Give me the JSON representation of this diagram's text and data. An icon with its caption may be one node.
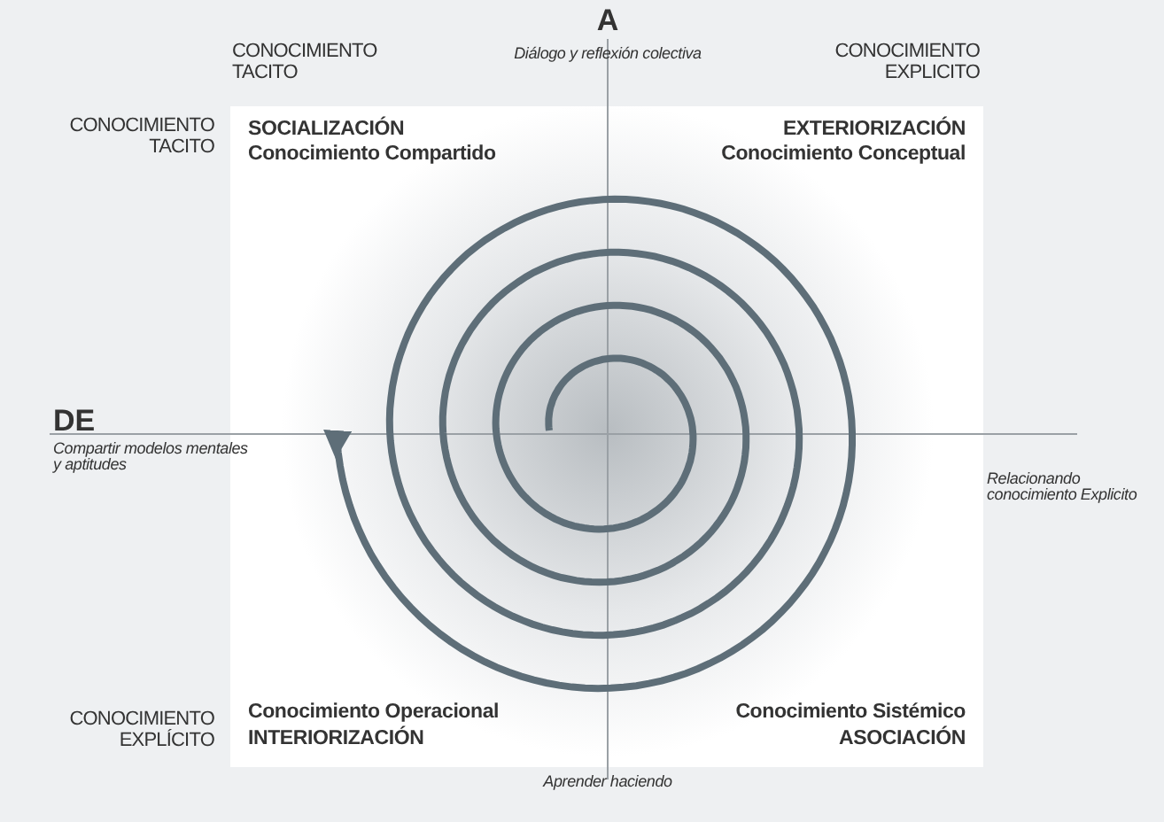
{
  "diagram": {
    "labels": [
      "A",
      "CONOCIMIENTO TACITO",
      "Diálogo y reflexión colectiva",
      "CONOCIMIENTO EXPLICITO",
      "CONOCIMIENTO TACITO",
      "SOCIALIZACIÓN",
      "Conocimiento Compartido",
      "EXTERIORIZACIÓN",
      "Conocimiento Conceptual",
      "DE",
      "Compartir modelos mentales y aptitudes",
      "Relacionando conocimiento Explicito",
      "CONOCIMIENTO EXPLÍCITO",
      "Conocimiento Operacional",
      "INTERIORIZACIÓN",
      "Conocimiento Sistémico",
      "ASOCIACIÓN",
      "Aprender haciendo"
    ]
  }
}
